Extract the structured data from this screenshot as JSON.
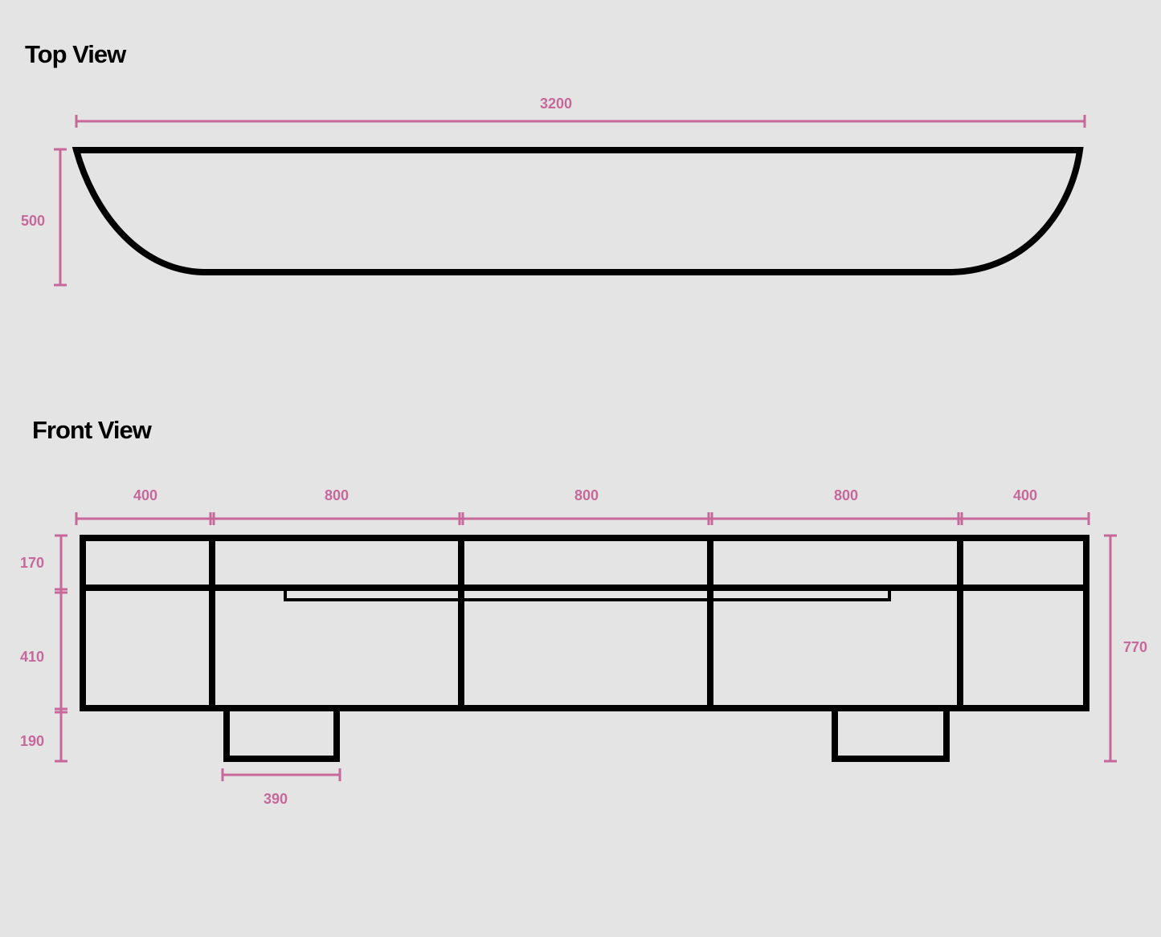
{
  "top_view": {
    "title": "Top View",
    "width_label": "3200",
    "depth_label": "500"
  },
  "front_view": {
    "title": "Front View",
    "segment_labels": [
      "400",
      "800",
      "800",
      "800",
      "400"
    ],
    "height_labels": [
      "170",
      "410",
      "190"
    ],
    "total_height_label": "770",
    "leg_width_label": "390"
  },
  "colors": {
    "dimension": "#c7689b",
    "outline": "#000000",
    "background": "#e4e4e4"
  }
}
